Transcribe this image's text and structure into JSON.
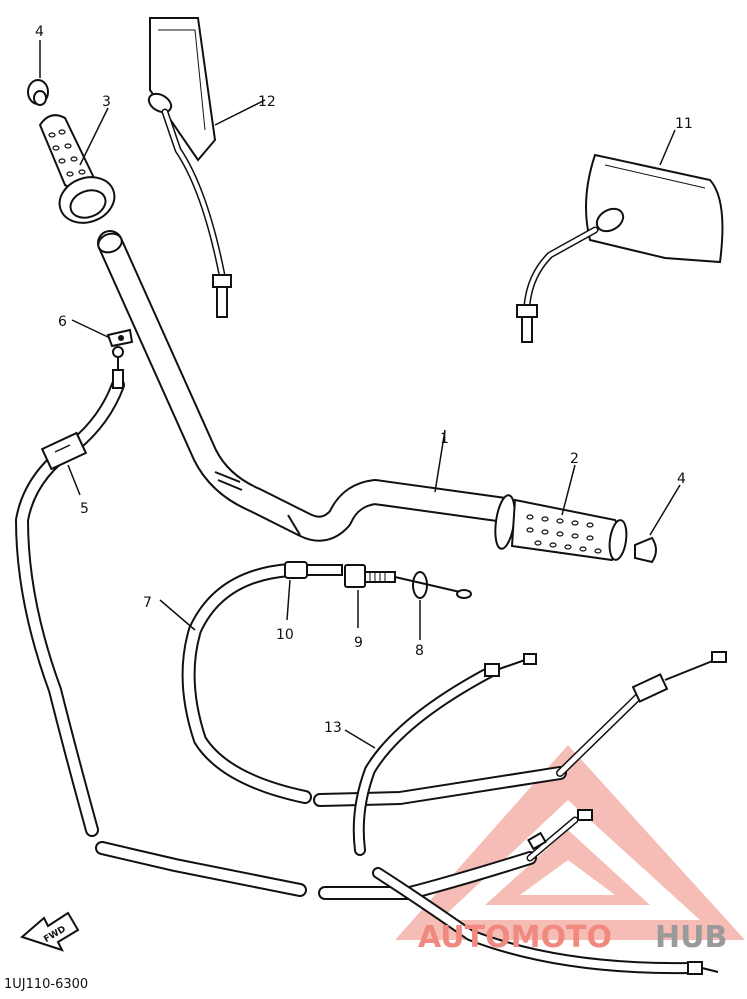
{
  "diagram": {
    "code": "1UJ110-6300",
    "forward_label": "FWD",
    "callouts": [
      "1",
      "2",
      "3",
      "4",
      "4",
      "5",
      "6",
      "7",
      "8",
      "9",
      "10",
      "11",
      "12",
      "13"
    ]
  },
  "watermark": {
    "word1": "AUTOMOTO",
    "word2": "HUB",
    "color_primary": "#f08a80",
    "color_secondary": "#9a9a9a"
  }
}
